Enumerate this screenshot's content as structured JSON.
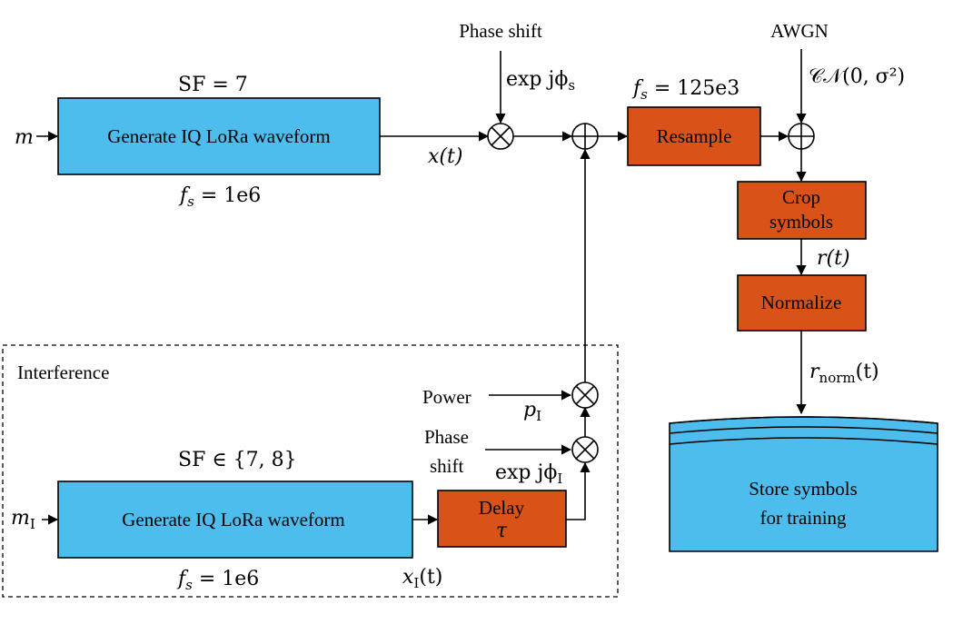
{
  "colors": {
    "blue_block": "#4dbdee",
    "orange_block": "#d95319",
    "outline": "#000000"
  },
  "top": {
    "input": "m",
    "sf_label": "SF = 7",
    "generator_label": "Generate IQ LoRa waveform",
    "fs_label": "f",
    "fs_sub": "s",
    "fs_value": " = 1e6",
    "output": "x(t)",
    "phase_shift_title": "Phase shift",
    "phase_expr": "exp jϕ",
    "phase_sub": "s"
  },
  "resample": {
    "label": "Resample",
    "fs_label": "f",
    "fs_sub": "s",
    "fs_value": " = 125e3"
  },
  "noise": {
    "title": "AWGN",
    "expr": "𝒞𝒩(0, σ²)"
  },
  "crop": {
    "line1": "Crop",
    "line2": "symbols",
    "output": "r(t)"
  },
  "normalize": {
    "label": "Normalize",
    "output_main": "r",
    "output_sub": "norm",
    "output_tail": "(t)"
  },
  "storage": {
    "line1": "Store symbols",
    "line2": "for training"
  },
  "interference": {
    "title": "Interference",
    "input_main": "m",
    "input_sub": "I",
    "sf_label": "SF ∈ {7, 8}",
    "generator_label": "Generate IQ LoRa waveform",
    "fs_label": "f",
    "fs_sub": "s",
    "fs_value": " = 1e6",
    "output_main": "x",
    "output_sub": "I",
    "output_tail": "(t)",
    "delay_label": "Delay",
    "delay_symbol": "τ",
    "power_title": "Power",
    "power_main": "p",
    "power_sub": "I",
    "phase_title_line1": "Phase",
    "phase_title_line2": "shift",
    "phase_expr": "exp jϕ",
    "phase_sub": "I"
  }
}
